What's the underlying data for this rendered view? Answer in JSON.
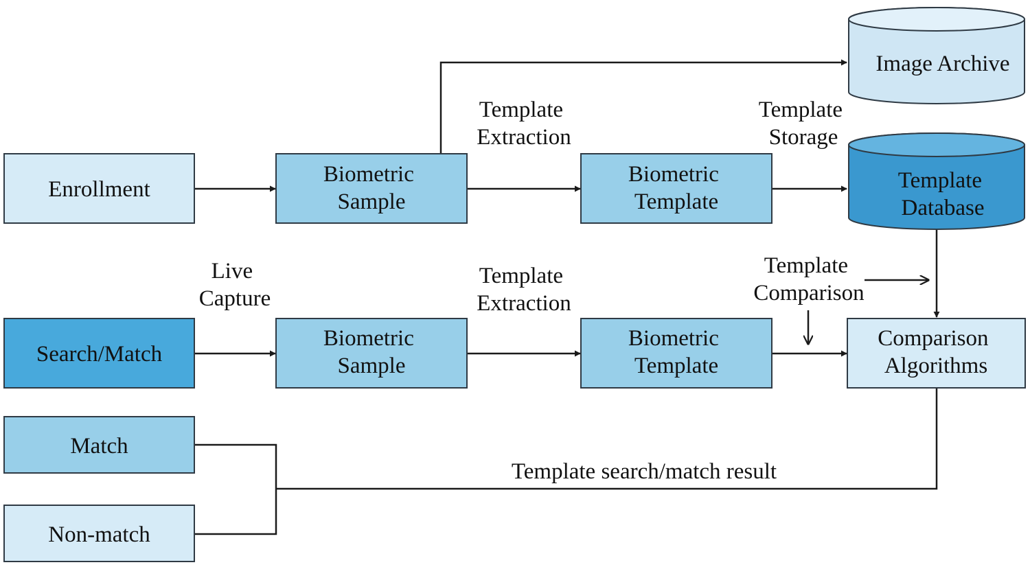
{
  "colors": {
    "light": "#d6ebf7",
    "medium": "#98cfe9",
    "dark": "#48a9dc",
    "db_fill": "#3a98cf",
    "db_top": "#64b4e0",
    "archive_fill": "#cfe6f4",
    "archive_top": "#e2f1fa",
    "line": "#1a1a1a"
  },
  "boxes": {
    "enrollment": "Enrollment",
    "enroll_sample": [
      "Biometric",
      "Sample"
    ],
    "enroll_template": [
      "Biometric",
      "Template"
    ],
    "search_match": "Search/Match",
    "search_sample": [
      "Biometric",
      "Sample"
    ],
    "search_template": [
      "Biometric",
      "Template"
    ],
    "comparison_algorithms": [
      "Comparison",
      "Algorithms"
    ],
    "match": "Match",
    "non_match": "Non-match"
  },
  "cylinders": {
    "image_archive": "Image Archive",
    "template_database": [
      "Template",
      "Database"
    ]
  },
  "labels": {
    "template_extraction_top": [
      "Template",
      "Extraction"
    ],
    "template_storage": [
      "Template",
      "Storage"
    ],
    "live_capture": [
      "Live",
      "Capture"
    ],
    "template_extraction_bottom": [
      "Template",
      "Extraction"
    ],
    "template_comparison": [
      "Template",
      "Comparison"
    ],
    "result": "Template search/match result"
  }
}
